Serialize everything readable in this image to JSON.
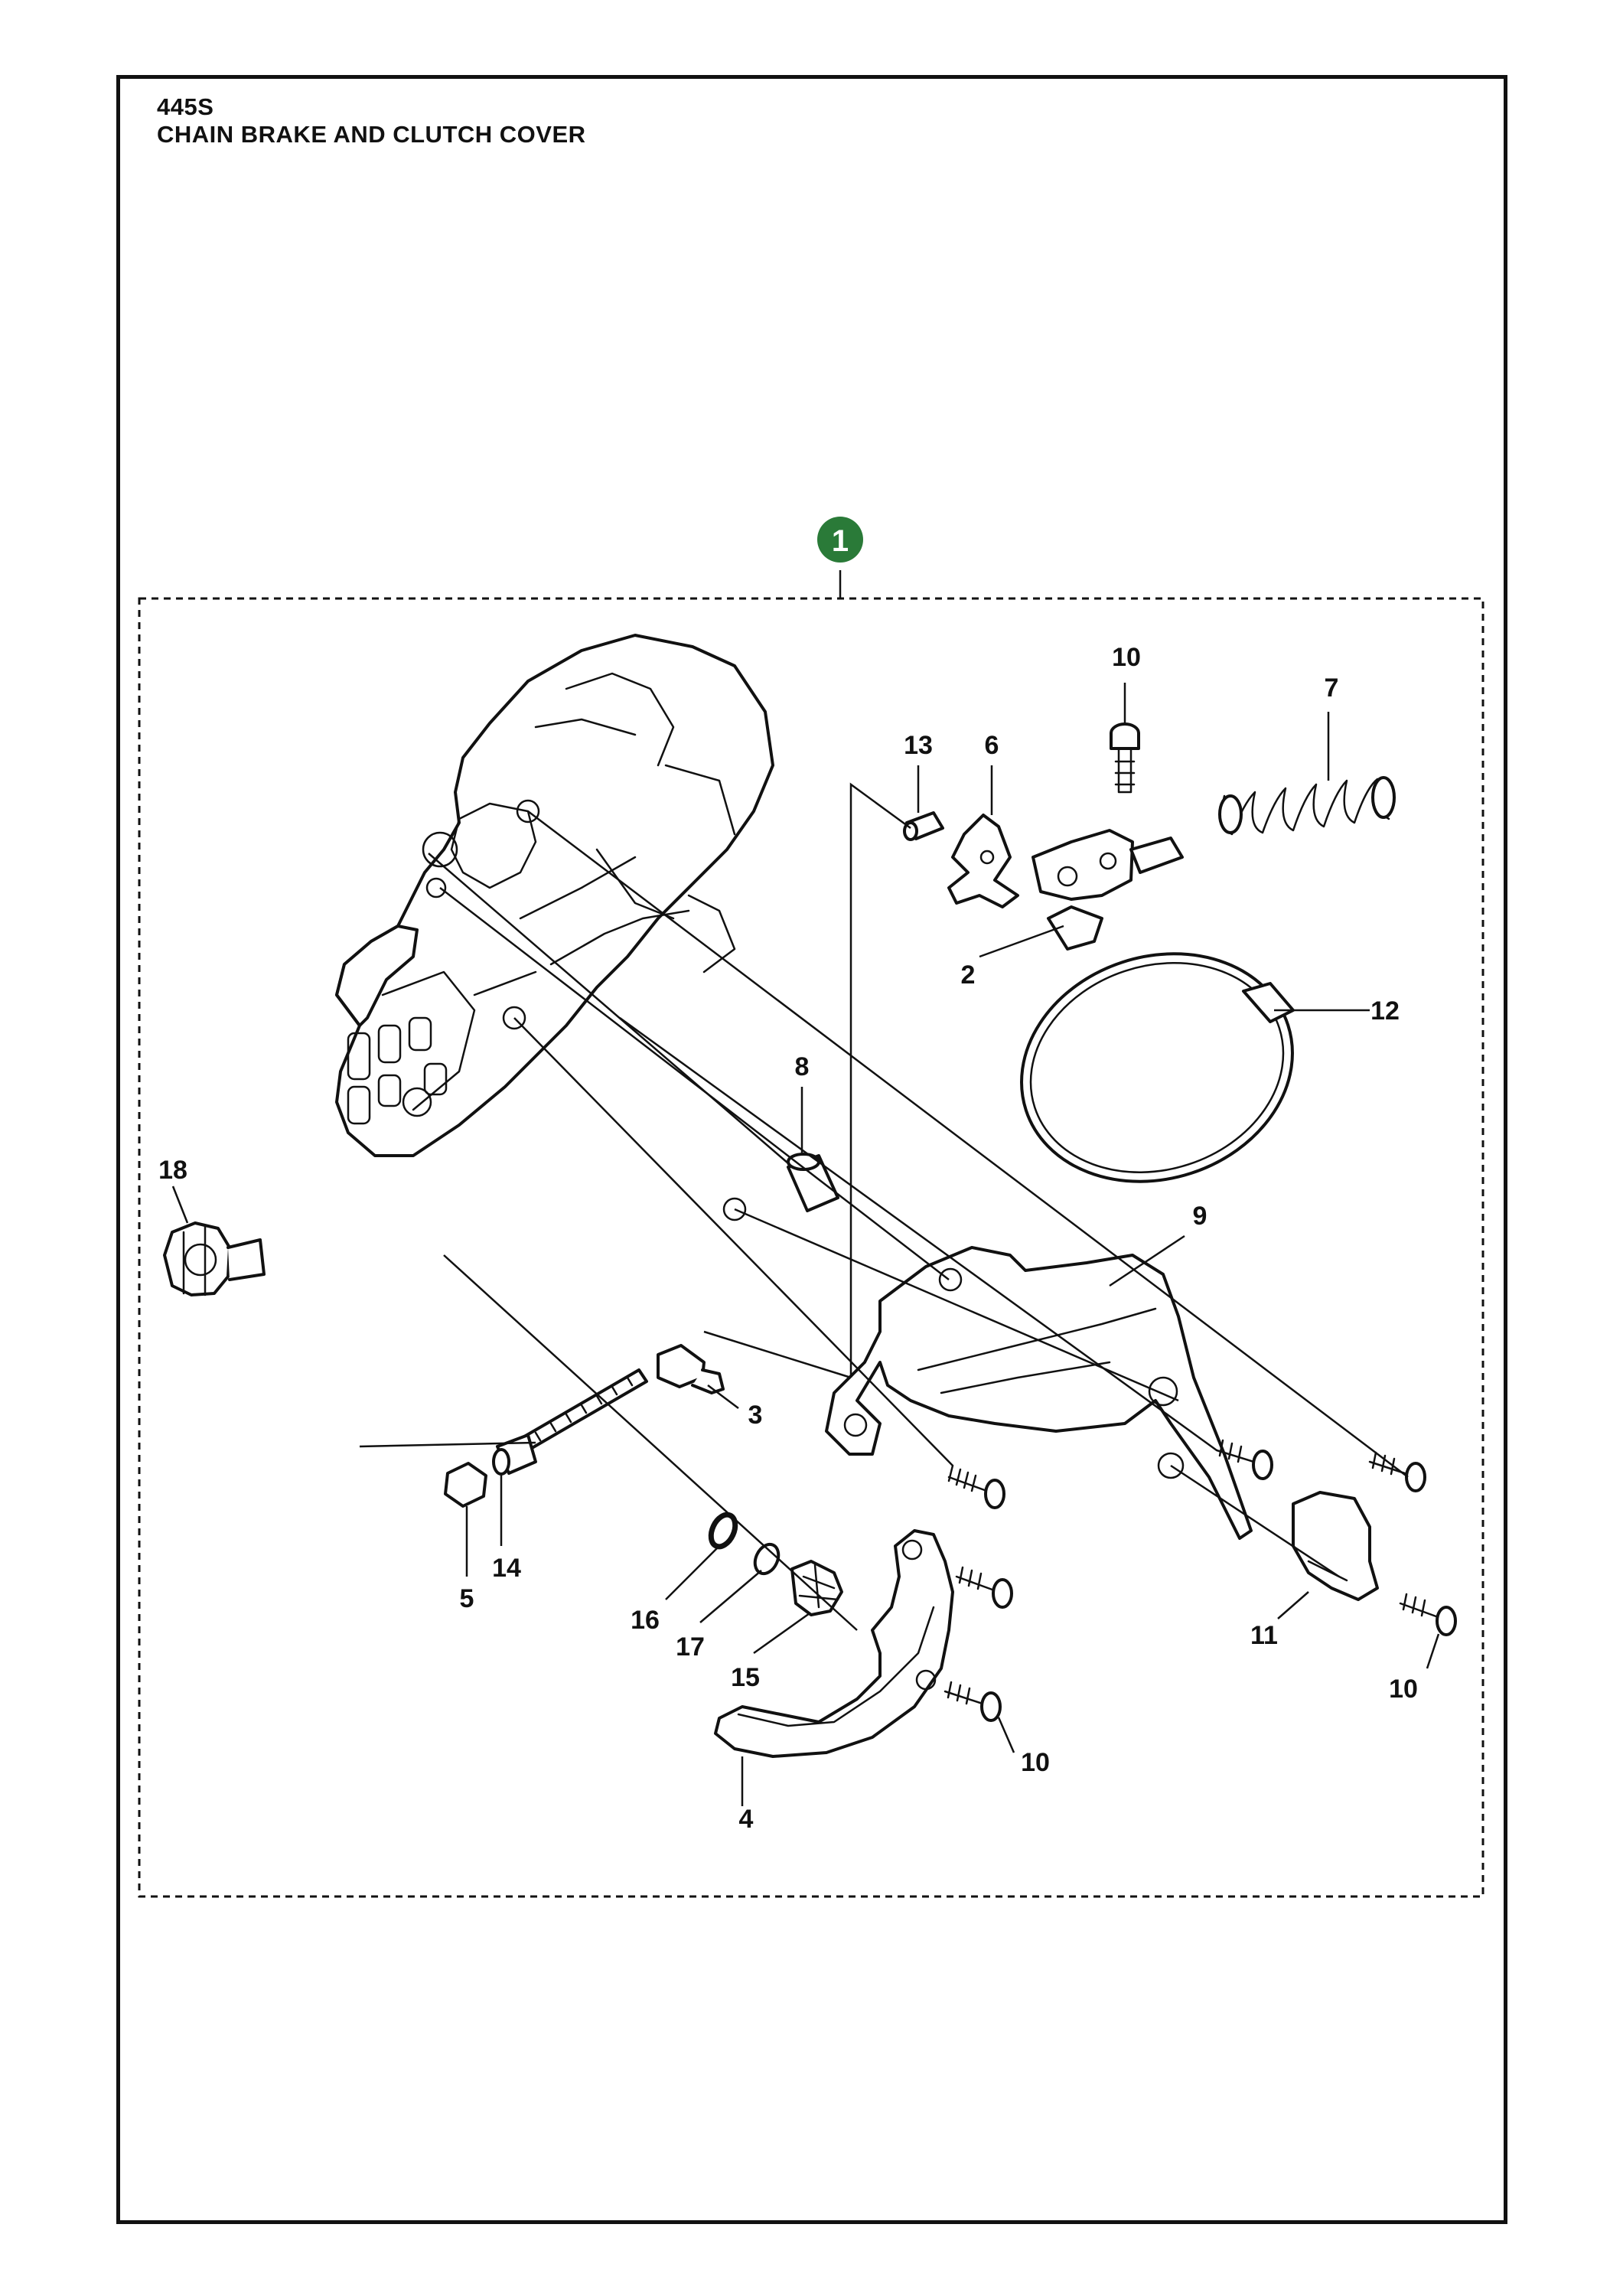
{
  "header": {
    "model": "445S",
    "section_title": "CHAIN BRAKE AND CLUTCH COVER"
  },
  "assembly": {
    "number": "1",
    "badge_color": "#2a7a38"
  },
  "callouts": [
    {
      "id": "callout-10-top",
      "label": "10"
    },
    {
      "id": "callout-7",
      "label": "7"
    },
    {
      "id": "callout-13",
      "label": "13"
    },
    {
      "id": "callout-6",
      "label": "6"
    },
    {
      "id": "callout-2",
      "label": "2"
    },
    {
      "id": "callout-12",
      "label": "12"
    },
    {
      "id": "callout-8",
      "label": "8"
    },
    {
      "id": "callout-18",
      "label": "18"
    },
    {
      "id": "callout-9",
      "label": "9"
    },
    {
      "id": "callout-3",
      "label": "3"
    },
    {
      "id": "callout-14",
      "label": "14"
    },
    {
      "id": "callout-5",
      "label": "5"
    },
    {
      "id": "callout-16",
      "label": "16"
    },
    {
      "id": "callout-17",
      "label": "17"
    },
    {
      "id": "callout-15",
      "label": "15"
    },
    {
      "id": "callout-11",
      "label": "11"
    },
    {
      "id": "callout-10-right",
      "label": "10"
    },
    {
      "id": "callout-10-bottom",
      "label": "10"
    },
    {
      "id": "callout-4",
      "label": "4"
    }
  ]
}
